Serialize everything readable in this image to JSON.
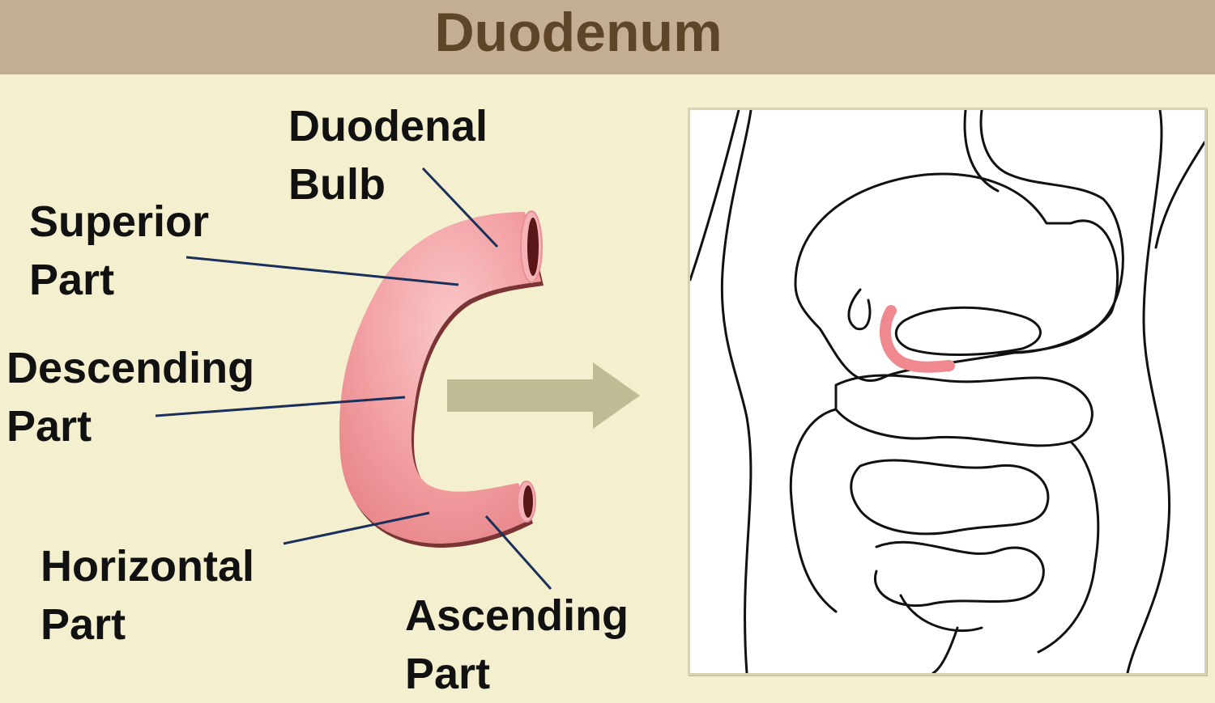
{
  "title": "Duodenum",
  "labels": {
    "duodenal_bulb": [
      "Duodenal",
      "Bulb"
    ],
    "superior_part": [
      "Superior",
      "Part"
    ],
    "descending_part": [
      "Descending",
      "Part"
    ],
    "horizontal_part": [
      "Horizontal",
      "Part"
    ],
    "ascending_part": [
      "Ascending",
      "Part"
    ]
  },
  "colors": {
    "header_bg": "#c3ad94",
    "title_text": "#5e4428",
    "page_bg": "#f3efcf",
    "duodenum_pink": "#f3a3a6",
    "leader_line": "#1a2f5a",
    "arrow": "#bfbb94"
  }
}
